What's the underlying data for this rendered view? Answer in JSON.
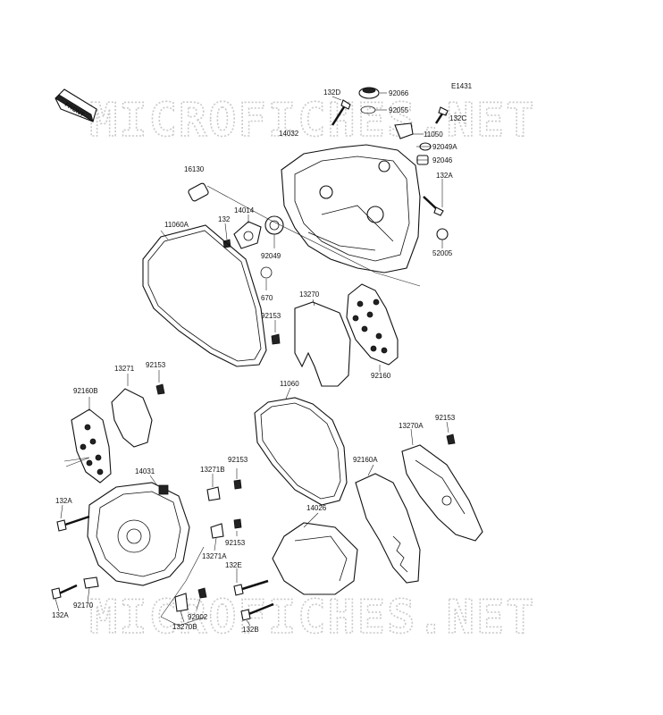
{
  "diagram_code": "E1431",
  "front_label": "FRONT",
  "watermark": "MICROFICHES.NET",
  "labels": {
    "p132D": "132D",
    "p92066": "92066",
    "p92055": "92055",
    "p132C": "132C",
    "p14032": "14032",
    "p11050": "11050",
    "p92049A": "92049A",
    "p92046": "92046",
    "p132A_top": "132A",
    "p16130": "16130",
    "p14014": "14014",
    "p132": "132",
    "p11060A": "11060A",
    "p92049": "92049",
    "p52005": "52005",
    "p670": "670",
    "p13270": "13270",
    "p92153_a": "92153",
    "p92160": "92160",
    "p13271": "13271",
    "p92153_b": "92153",
    "p92160B": "92160B",
    "p11060": "11060",
    "p13270A": "13270A",
    "p92153_c": "92153",
    "p14031": "14031",
    "p13271B": "13271B",
    "p92153_d": "92153",
    "p92160A": "92160A",
    "p132A_left": "132A",
    "p14026": "14026",
    "p92153_e": "92153",
    "p13271A": "13271A",
    "p132E": "132E",
    "p132A_bottom": "132A",
    "p92170": "92170",
    "p92002": "92002",
    "p13270B": "13270B",
    "p132B": "132B"
  },
  "colors": {
    "ink": "#111111",
    "watermark": "#c9c9c9",
    "background": "#ffffff"
  }
}
